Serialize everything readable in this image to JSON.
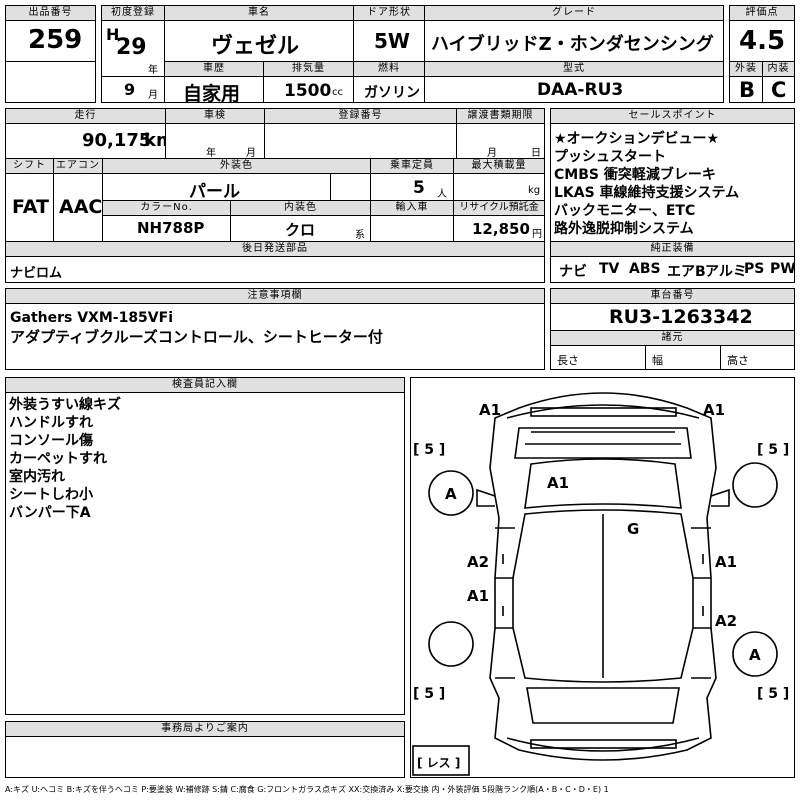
{
  "header": {
    "lot_label": "出品番号",
    "lot": "259",
    "reg_label": "初度登録",
    "era": "H",
    "year": "29",
    "year_unit": "年",
    "month": "9",
    "month_unit": "月",
    "name_label": "車名",
    "name": "ヴェゼル",
    "door_label": "ドア形状",
    "door": "5W",
    "grade_label": "グレード",
    "grade": "ハイブリッドZ・ホンダセンシング",
    "score_label": "評価点",
    "score": "4.5",
    "history_label": "車歴",
    "history": "自家用",
    "displacement_label": "排気量",
    "displacement": "1500",
    "displacement_unit": "cc",
    "fuel_label": "燃料",
    "fuel": "ガソリン",
    "model_label": "型式",
    "model": "DAA-RU3",
    "ext_label": "外装",
    "ext_grade": "B",
    "int_label": "内装",
    "int_grade": "C"
  },
  "row2": {
    "mileage_label": "走行",
    "mileage": "90,175",
    "mileage_unit": "km",
    "inspection_label": "車検",
    "inspection_year_unit": "年",
    "inspection_month_unit": "月",
    "regno_label": "登録番号",
    "transfer_label": "譲渡書類期限",
    "transfer_month_unit": "月",
    "transfer_day_unit": "日",
    "shift_label": "シフト",
    "shift": "FAT",
    "ac_label": "エアコン",
    "ac": "AAC",
    "color_label": "外装色",
    "color": "パール",
    "seats_label": "乗車定員",
    "seats": "5",
    "seats_unit": "人",
    "load_label": "最大積載量",
    "load_unit": "kg",
    "colorno_label": "カラーNo.",
    "colorno": "NH788P",
    "interior_label": "内装色",
    "interior": "クロ",
    "interior_unit": "系",
    "import_label": "輸入車",
    "recycle_label": "リサイクル預託金",
    "recycle": "12,850",
    "recycle_unit": "円",
    "later_label": "後日発送部品",
    "later": "ナビロム"
  },
  "sales": {
    "label": "セールスポイント",
    "items": [
      "★オークションデビュー★",
      "プッシュスタート",
      "CMBS 衝突軽減ブレーキ",
      "LKAS 車線維持支援システム",
      "バックモニター、ETC",
      "路外逸脱抑制システム"
    ]
  },
  "equipment": {
    "label": "純正装備",
    "items": [
      "ナビ",
      "TV",
      "ABS",
      "エアB",
      "アルミ",
      "PS",
      "PW"
    ]
  },
  "notes": {
    "label": "注意事項欄",
    "lines": [
      "Gathers VXM-185VFi",
      "アダプティブクルーズコントロール、シートヒーター付"
    ]
  },
  "frame": {
    "label": "車台番号",
    "value": "RU3-1263342",
    "dims_label": "諸元",
    "length": "長さ",
    "width": "幅",
    "height": "高さ"
  },
  "inspector": {
    "label": "検査員記入欄",
    "items": [
      "外装うすい線キズ",
      "ハンドルすれ",
      "コンソール傷",
      "カーペットすれ",
      "室内汚れ",
      "シートしわ小",
      "バンパー下A"
    ]
  },
  "diagram": {
    "marks": [
      "A1",
      "A1",
      "A1",
      "A",
      "G",
      "A2",
      "A1",
      "A1",
      "A2",
      "A"
    ],
    "tires": [
      "[ 5 ]",
      "[ 5 ]",
      "[ 5 ]",
      "[ 5 ]"
    ],
    "spare": "[ レス ]"
  },
  "office": {
    "label": "事務局よりご案内"
  },
  "legend": "A:キズ U:ヘコミ B:キズを伴うヘコミ P:要塗装 W:補修跡 S:錆 C:腐食 G:フロントガラス点キズ XX:交換済み X:要交換 内・外装評価 5段階ランク順(A・B・C・D・E) 1"
}
